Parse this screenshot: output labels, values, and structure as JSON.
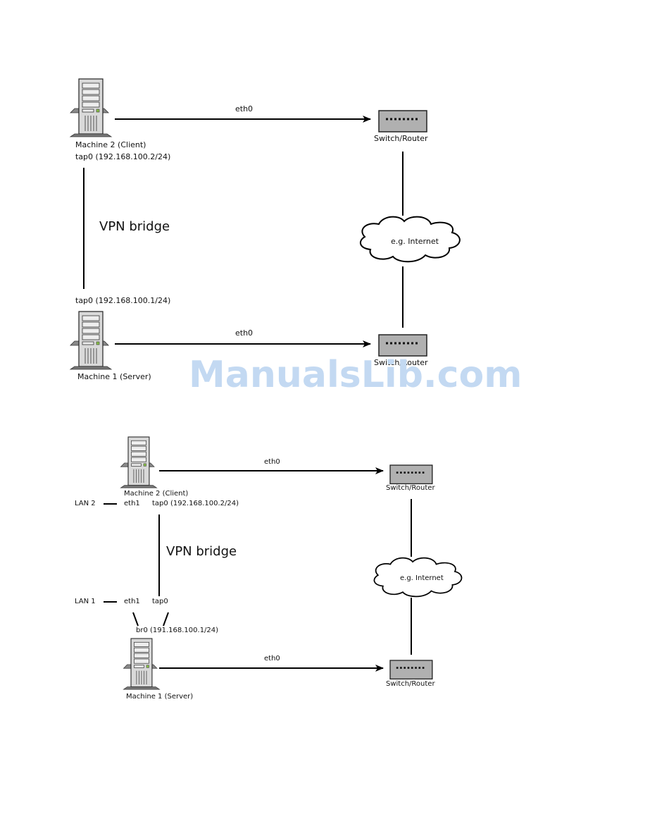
{
  "diagram1": {
    "client_name": "Machine 2 (Client)",
    "client_tap": "tap0 (192.168.100.2/24)",
    "server_tap": "tap0 (192.168.100.1/24)",
    "server_name": "Machine 1 (Server)",
    "vpn_label": "VPN bridge",
    "eth_top": "eth0",
    "eth_bottom": "eth0",
    "switch_top": "Switch/Router",
    "switch_bottom": "Switch/Router",
    "cloud": "e.g. Internet"
  },
  "diagram2": {
    "client_name": "Machine 2 (Client)",
    "lan2": "LAN 2",
    "client_eth1": "eth1",
    "client_tap": "tap0 (192.168.100.2/24)",
    "vpn_label": "VPN bridge",
    "lan1": "LAN 1",
    "server_eth1": "eth1",
    "server_tap": "tap0",
    "bridge": "br0 (191.168.100.1/24)",
    "server_name": "Machine 1 (Server)",
    "eth_top": "eth0",
    "eth_bottom": "eth0",
    "switch_top": "Switch/Router",
    "switch_bottom": "Switch/Router",
    "cloud": "e.g. Internet"
  },
  "watermark": "ManualsLib.com"
}
